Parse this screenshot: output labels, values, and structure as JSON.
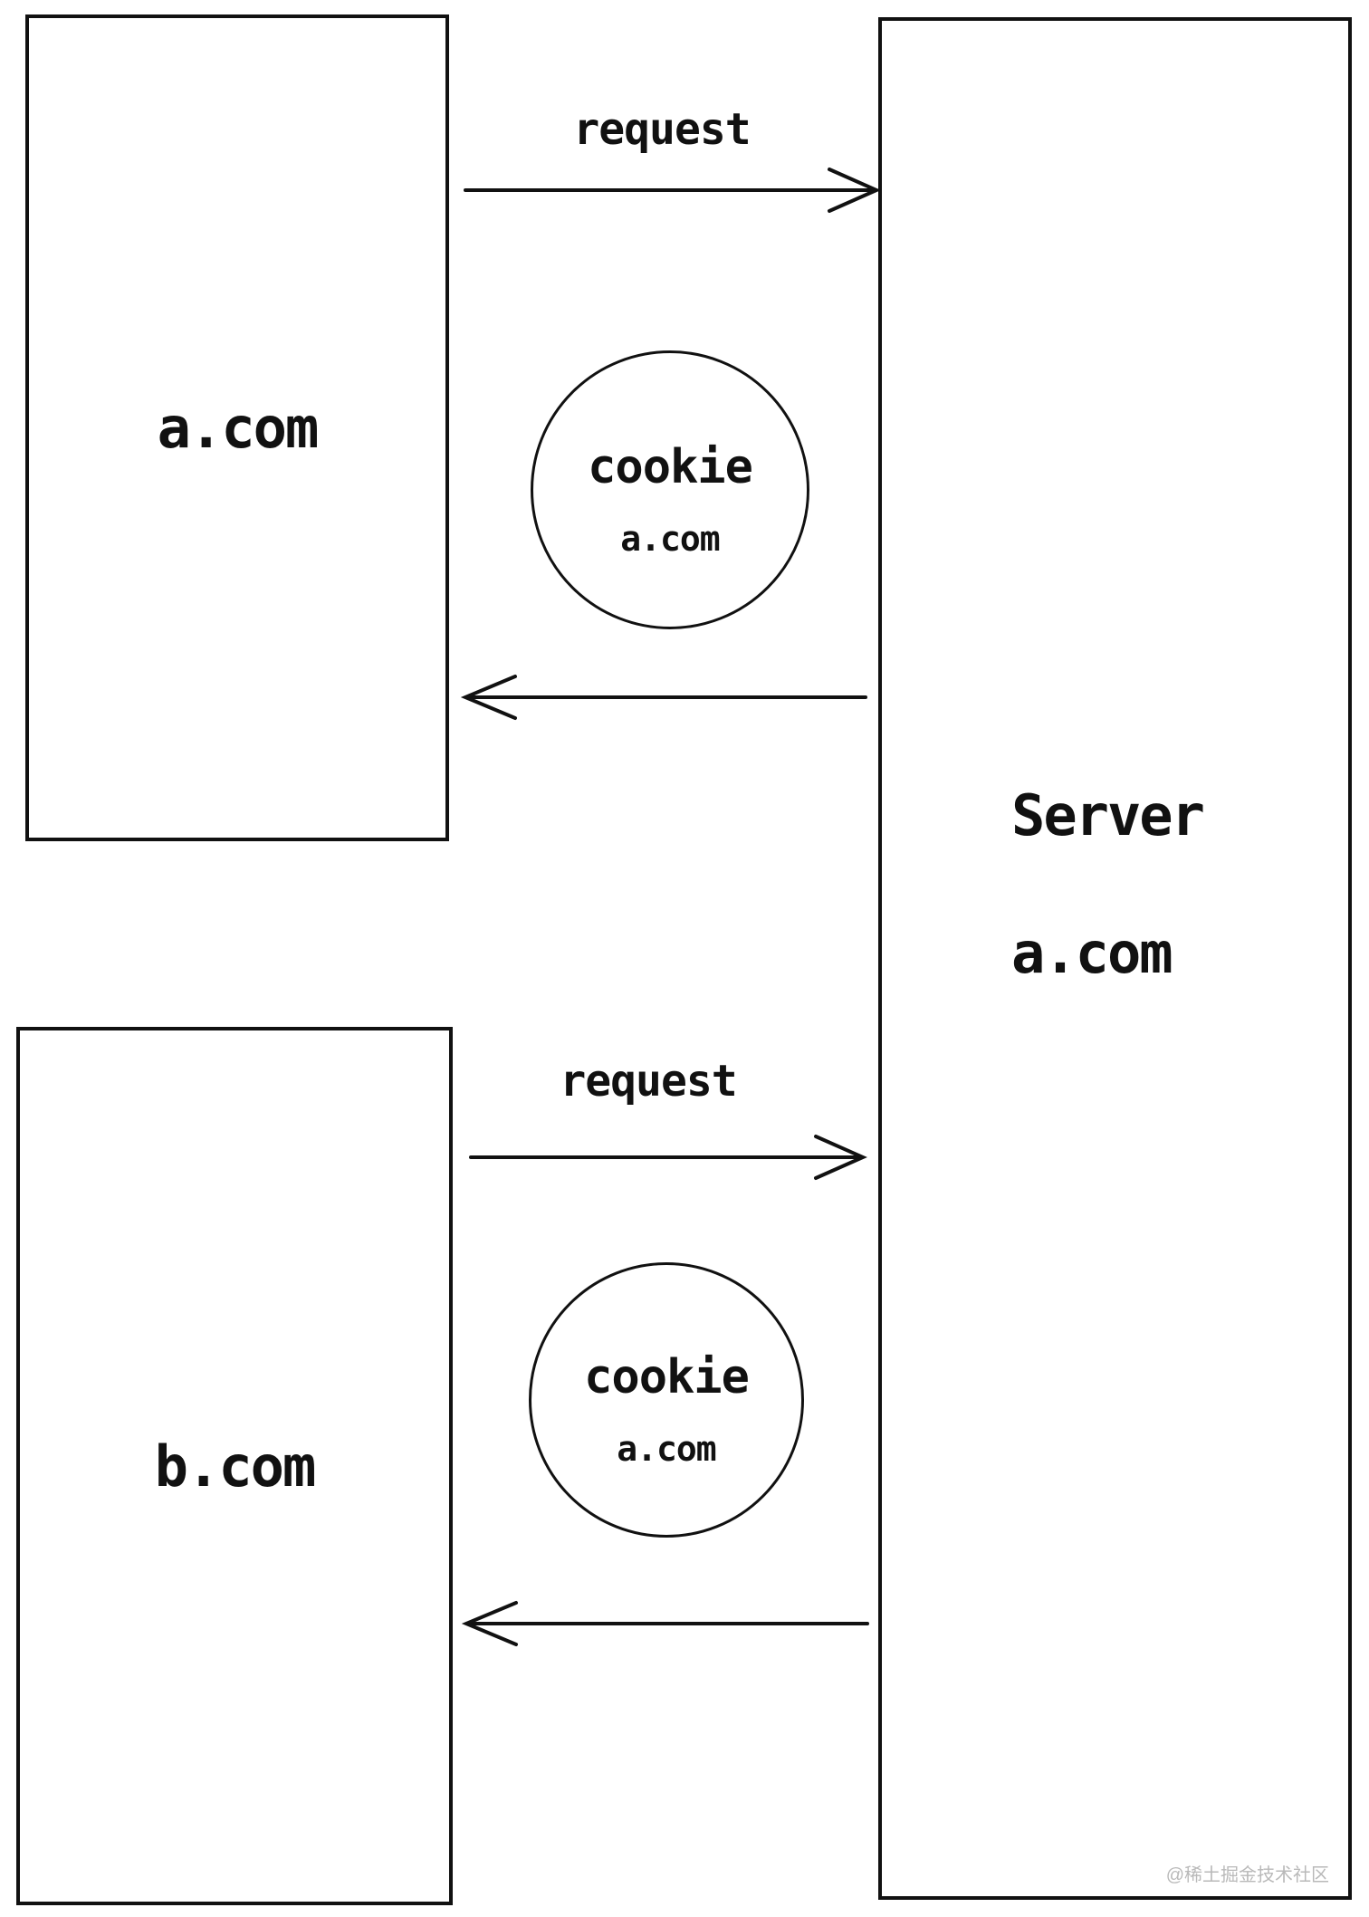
{
  "diagram": {
    "client_a": {
      "label": "a.com"
    },
    "client_b": {
      "label": "b.com"
    },
    "server": {
      "line1": "Server",
      "line2": "a.com"
    },
    "flow_top": {
      "request_label": "request",
      "cookie": {
        "title": "cookie",
        "domain": "a.com"
      }
    },
    "flow_bottom": {
      "request_label": "request",
      "cookie": {
        "title": "cookie",
        "domain": "a.com"
      }
    },
    "watermark": "@稀土掘金技术社区",
    "colors": {
      "ink": "#111111",
      "background": "#ffffff",
      "watermark": "#b9b9b9"
    }
  }
}
